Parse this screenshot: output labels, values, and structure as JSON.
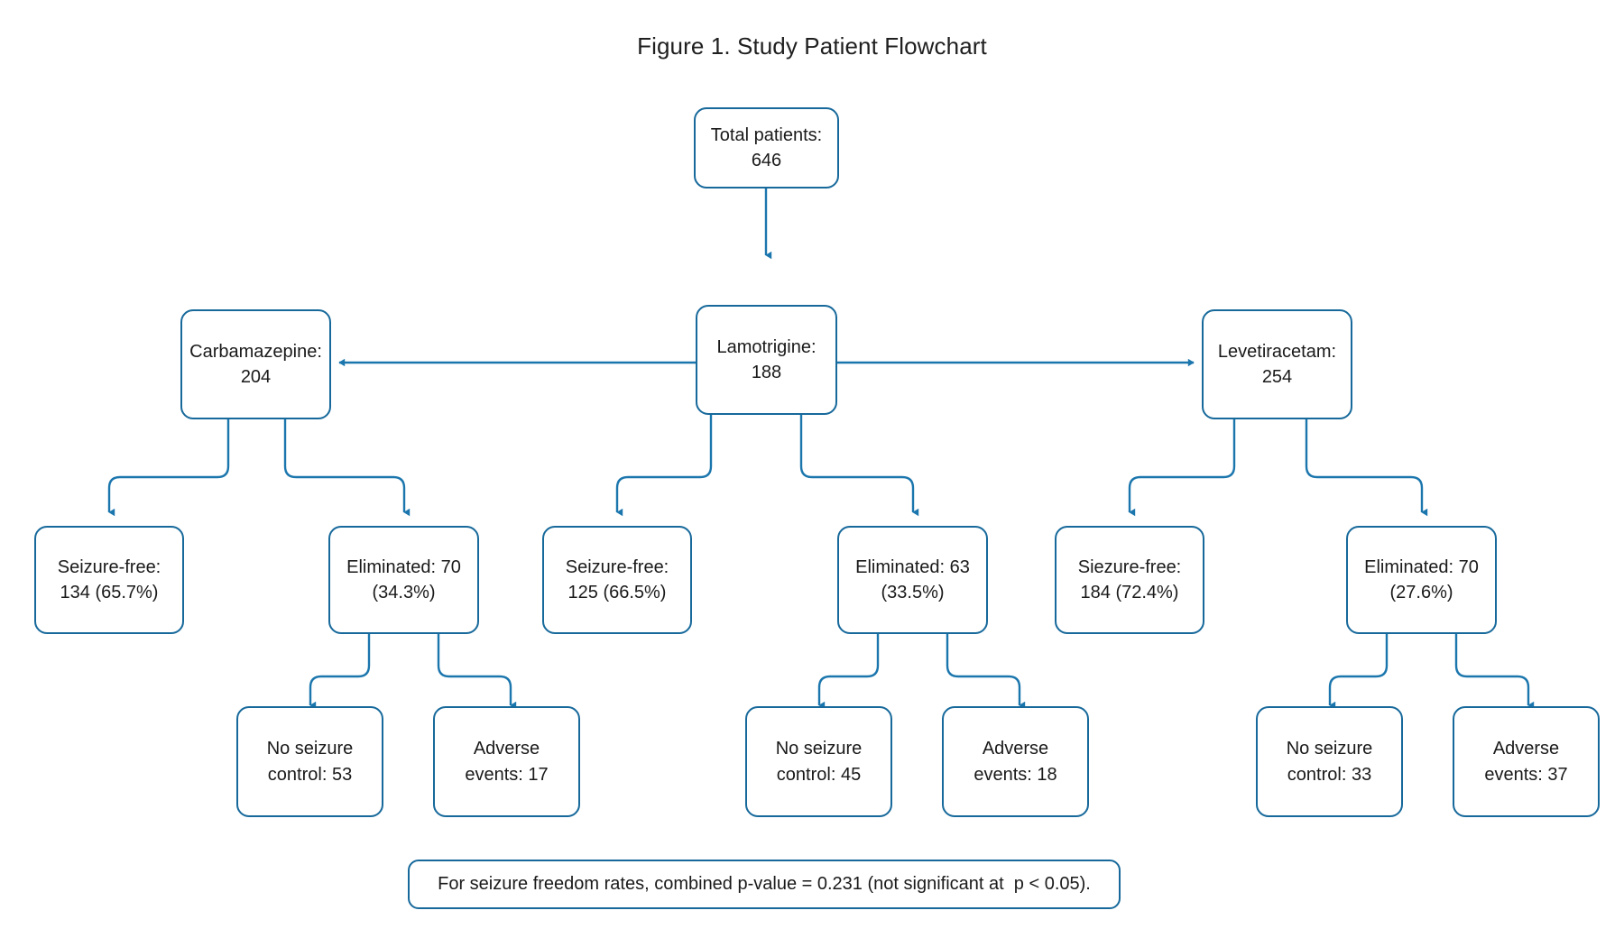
{
  "figure": {
    "title": "Figure 1. Study Patient Flowchart",
    "accent_color": "#17699b",
    "background_color": "#ffffff",
    "text_color": "#1a1a1a"
  },
  "nodes": {
    "total": {
      "line1": "Total patients:",
      "line2": "646"
    },
    "carbamazepine": {
      "line1": "Carbamazepine:",
      "line2": "204"
    },
    "lamotrigine": {
      "line1": "Lamotrigine:",
      "line2": "188"
    },
    "levetiracetam": {
      "line1": "Levetiracetam:",
      "line2": "254"
    },
    "cbz_seizure_free": {
      "line1": "Seizure-free:",
      "line2": "134 (65.7%)"
    },
    "cbz_eliminated": {
      "line1": "Eliminated: 70",
      "line2": "(34.3%)"
    },
    "ltg_seizure_free": {
      "line1": "Seizure-free:",
      "line2": "125 (66.5%)"
    },
    "ltg_eliminated": {
      "line1": "Eliminated: 63",
      "line2": "(33.5%)"
    },
    "lev_seizure_free": {
      "line1": "Siezure-free:",
      "line2": "184 (72.4%)"
    },
    "lev_eliminated": {
      "line1": "Eliminated: 70",
      "line2": "(27.6%)"
    },
    "cbz_no_control": {
      "line1": "No seizure",
      "line2": "control: 53"
    },
    "cbz_adverse": {
      "line1": "Adverse",
      "line2": "events: 17"
    },
    "ltg_no_control": {
      "line1": "No seizure",
      "line2": "control: 45"
    },
    "ltg_adverse": {
      "line1": "Adverse",
      "line2": "events: 18"
    },
    "lev_no_control": {
      "line1": "No seizure",
      "line2": "control: 33"
    },
    "lev_adverse": {
      "line1": "Adverse",
      "line2": "events: 37"
    }
  },
  "footnote": {
    "text": "For seizure freedom rates, combined p-value = 0.231 (not significant at  p < 0.05)."
  },
  "chart_data": {
    "type": "diagram",
    "title": "Figure 1. Study Patient Flowchart",
    "total_patients": 646,
    "arms": [
      {
        "drug": "Carbamazepine",
        "n": 204,
        "seizure_free": {
          "n": 134,
          "percent": 65.7
        },
        "eliminated": {
          "n": 70,
          "percent": 34.3
        },
        "elimination_reasons": [
          {
            "label": "No seizure control",
            "n": 53
          },
          {
            "label": "Adverse events",
            "n": 17
          }
        ]
      },
      {
        "drug": "Lamotrigine",
        "n": 188,
        "seizure_free": {
          "n": 125,
          "percent": 66.5
        },
        "eliminated": {
          "n": 63,
          "percent": 33.5
        },
        "elimination_reasons": [
          {
            "label": "No seizure control",
            "n": 45
          },
          {
            "label": "Adverse events",
            "n": 18
          }
        ]
      },
      {
        "drug": "Levetiracetam",
        "n": 254,
        "seizure_free": {
          "n": 184,
          "percent": 72.4
        },
        "eliminated": {
          "n": 70,
          "percent": 27.6
        },
        "elimination_reasons": [
          {
            "label": "No seizure control",
            "n": 33
          },
          {
            "label": "Adverse events",
            "n": 37
          }
        ]
      }
    ],
    "statistics": {
      "combined_p_value": 0.231,
      "alpha": 0.05,
      "significant": false
    }
  }
}
